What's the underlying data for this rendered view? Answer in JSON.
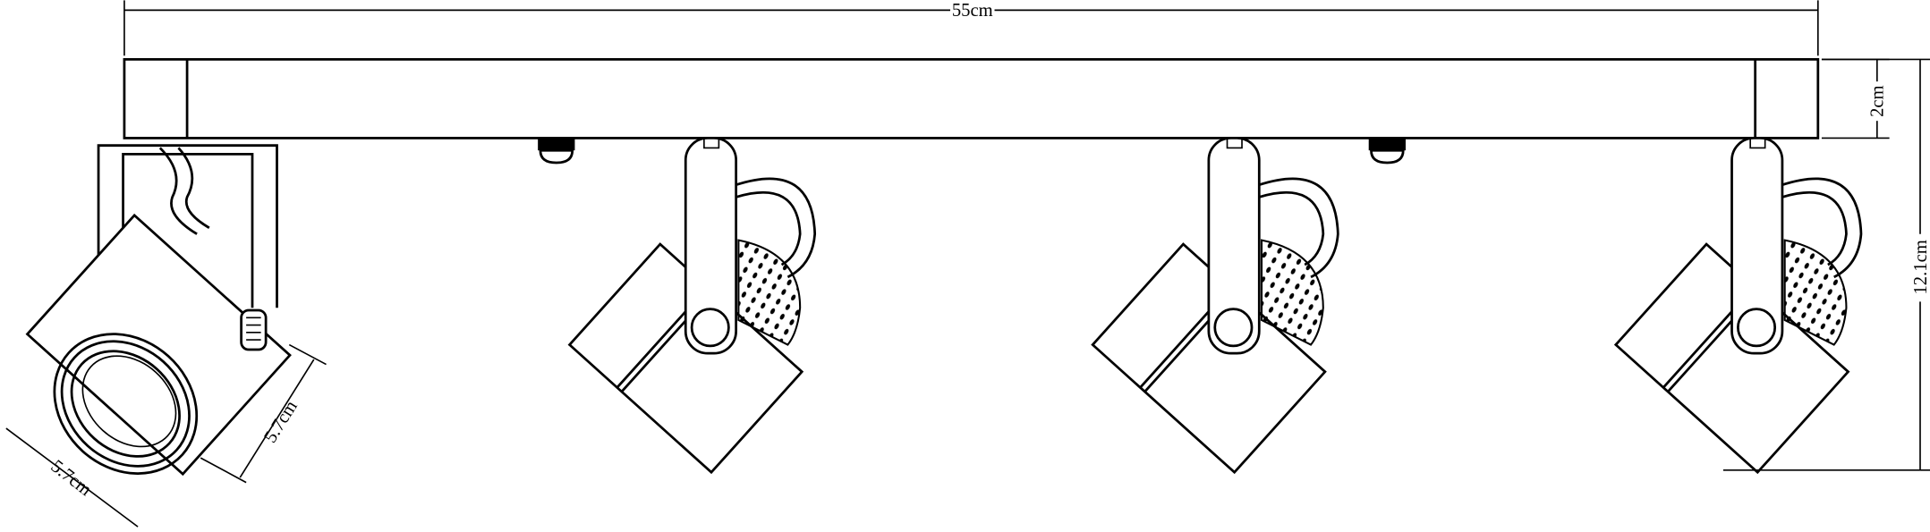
{
  "title": "Spotlight bar dimension drawing",
  "dimensions": {
    "length": "55cm",
    "bar_height": "2cm",
    "total_height": "12.1cm",
    "head_diameter": "5.7cm",
    "head_length": "5.7cm"
  },
  "spotlight_count": 4,
  "colors": {
    "line": "#000000",
    "background": "#ffffff"
  }
}
